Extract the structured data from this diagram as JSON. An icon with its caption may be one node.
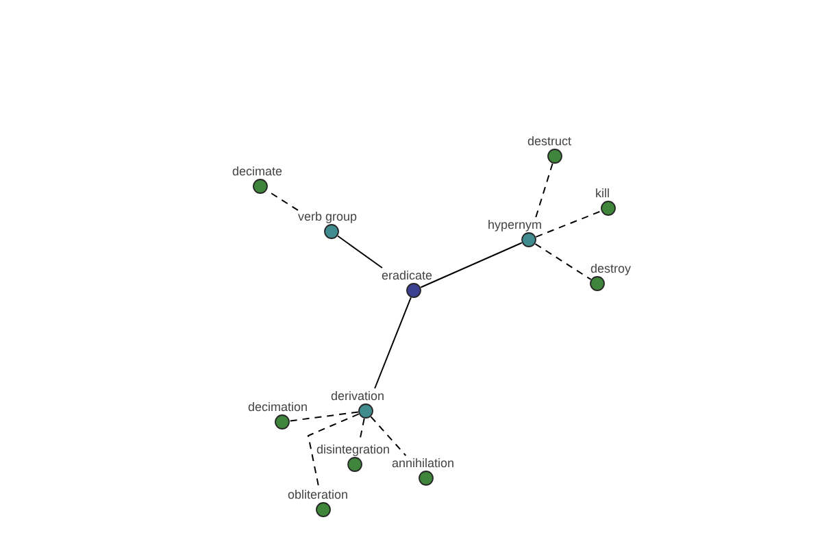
{
  "diagram": {
    "nodes": [
      {
        "text": [
          "destruct"
        ]
      },
      {
        "text": [
          "decimate"
        ]
      },
      {
        "text": [
          "kill"
        ]
      },
      {
        "text": [
          "verb group"
        ]
      },
      {
        "text": [
          "hypernym"
        ]
      },
      {
        "text": [
          "destroy"
        ]
      },
      {
        "text": [
          "eradicate"
        ]
      },
      {
        "text": [
          "derivation"
        ]
      },
      {
        "text": [
          "decimation"
        ]
      },
      {
        "text": [
          "disintegration"
        ]
      },
      {
        "text": [
          "annihilation"
        ]
      },
      {
        "text": [
          "obliteration"
        ]
      }
    ],
    "edges": [
      {
        "from": 6,
        "to": 3,
        "arrow": "none"
      },
      {
        "from": 6,
        "to": 4,
        "arrow": "none"
      },
      {
        "from": 6,
        "to": 7,
        "arrow": "none"
      },
      {
        "from": 3,
        "to": 1,
        "arrow": "none",
        "style": "dashed"
      },
      {
        "from": 4,
        "to": 0,
        "arrow": "none",
        "style": "dashed"
      },
      {
        "from": 4,
        "to": 2,
        "arrow": "none",
        "style": "dashed"
      },
      {
        "from": 4,
        "to": 5,
        "arrow": "none",
        "style": "dashed"
      },
      {
        "from": 7,
        "to": 8,
        "arrow": "none",
        "style": "dashed"
      },
      {
        "from": 7,
        "to": 9,
        "arrow": "none",
        "style": "dashed"
      },
      {
        "from": 7,
        "to": 10,
        "arrow": "none",
        "style": "dashed"
      },
      {
        "from": 7,
        "to": 11,
        "arrow": "none",
        "style": "dashed"
      }
    ]
  }
}
